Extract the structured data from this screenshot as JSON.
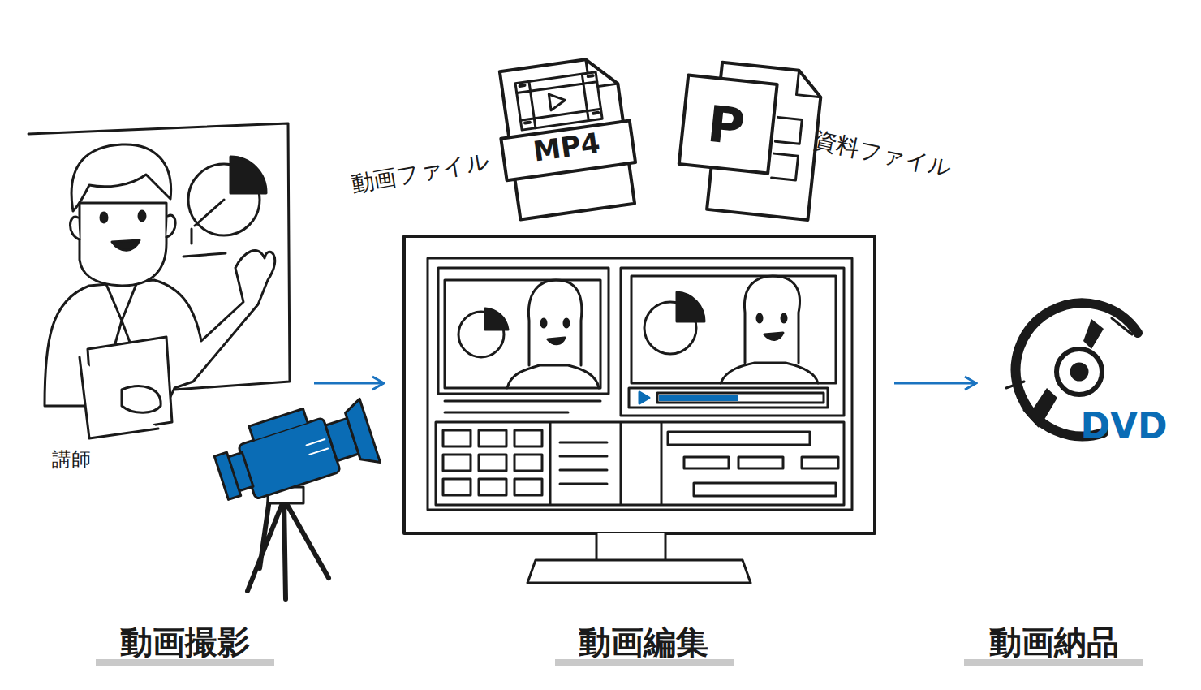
{
  "diagram": {
    "nodes": [
      {
        "text": [
          "動画撮影"
        ]
      },
      {
        "text": [
          "動画編集"
        ]
      },
      {
        "text": [
          "動画納品"
        ]
      }
    ],
    "edges": [
      {
        "from": 0,
        "to": 1,
        "arrow": "to"
      },
      {
        "from": 1,
        "to": 2,
        "arrow": "to"
      }
    ],
    "labels": [
      "動画ファイル",
      "MP4",
      "P",
      "資料ファイル",
      "講師",
      "DVD"
    ]
  }
}
